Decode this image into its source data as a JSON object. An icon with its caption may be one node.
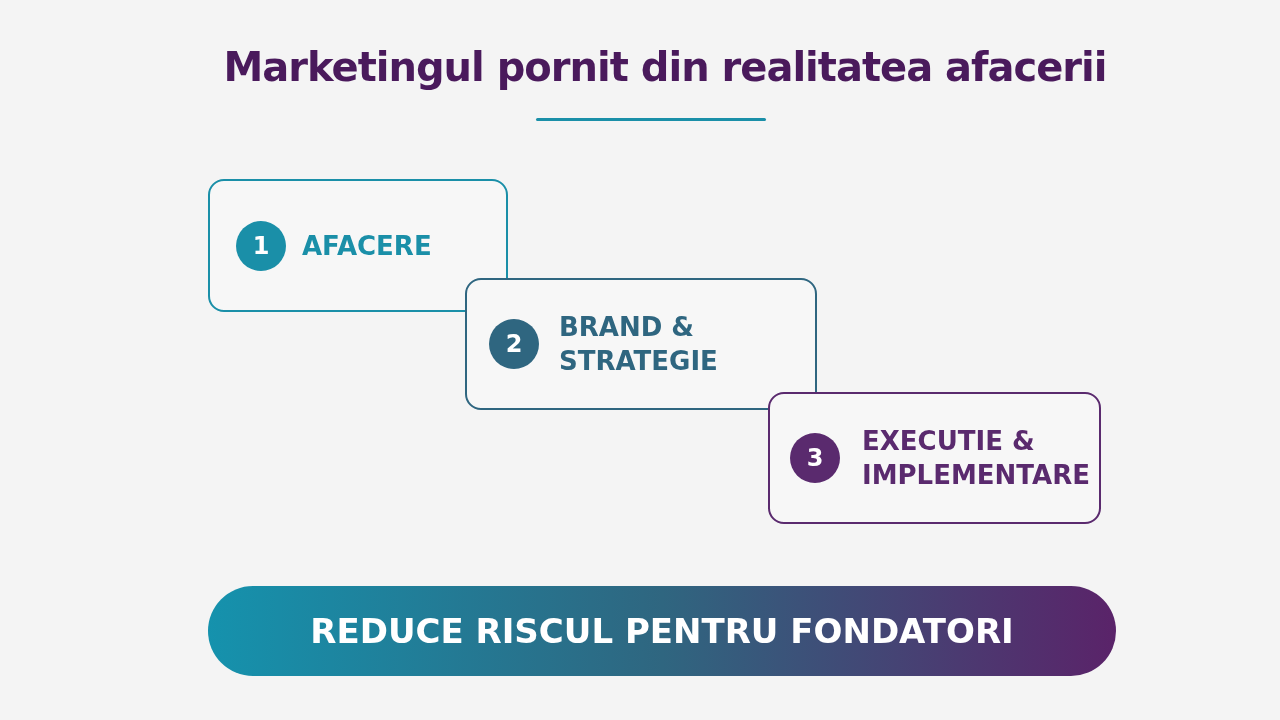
{
  "diagram": {
    "title": "Marketingul pornit din realitatea afacerii",
    "nodes": [
      {
        "text": [
          "AFACERE"
        ]
      },
      {
        "text": [
          "1"
        ],
        "in": 0
      },
      {
        "text": [
          "BRAND & STRATEGIE"
        ]
      },
      {
        "text": [
          "2"
        ],
        "in": 2
      },
      {
        "text": [
          "EXECUTIE & IMPLEMENTARE"
        ]
      },
      {
        "text": [
          "3"
        ],
        "in": 4
      },
      {
        "text": [
          "REDUCE RISCUL PENTRU FONDATORI"
        ]
      }
    ]
  }
}
